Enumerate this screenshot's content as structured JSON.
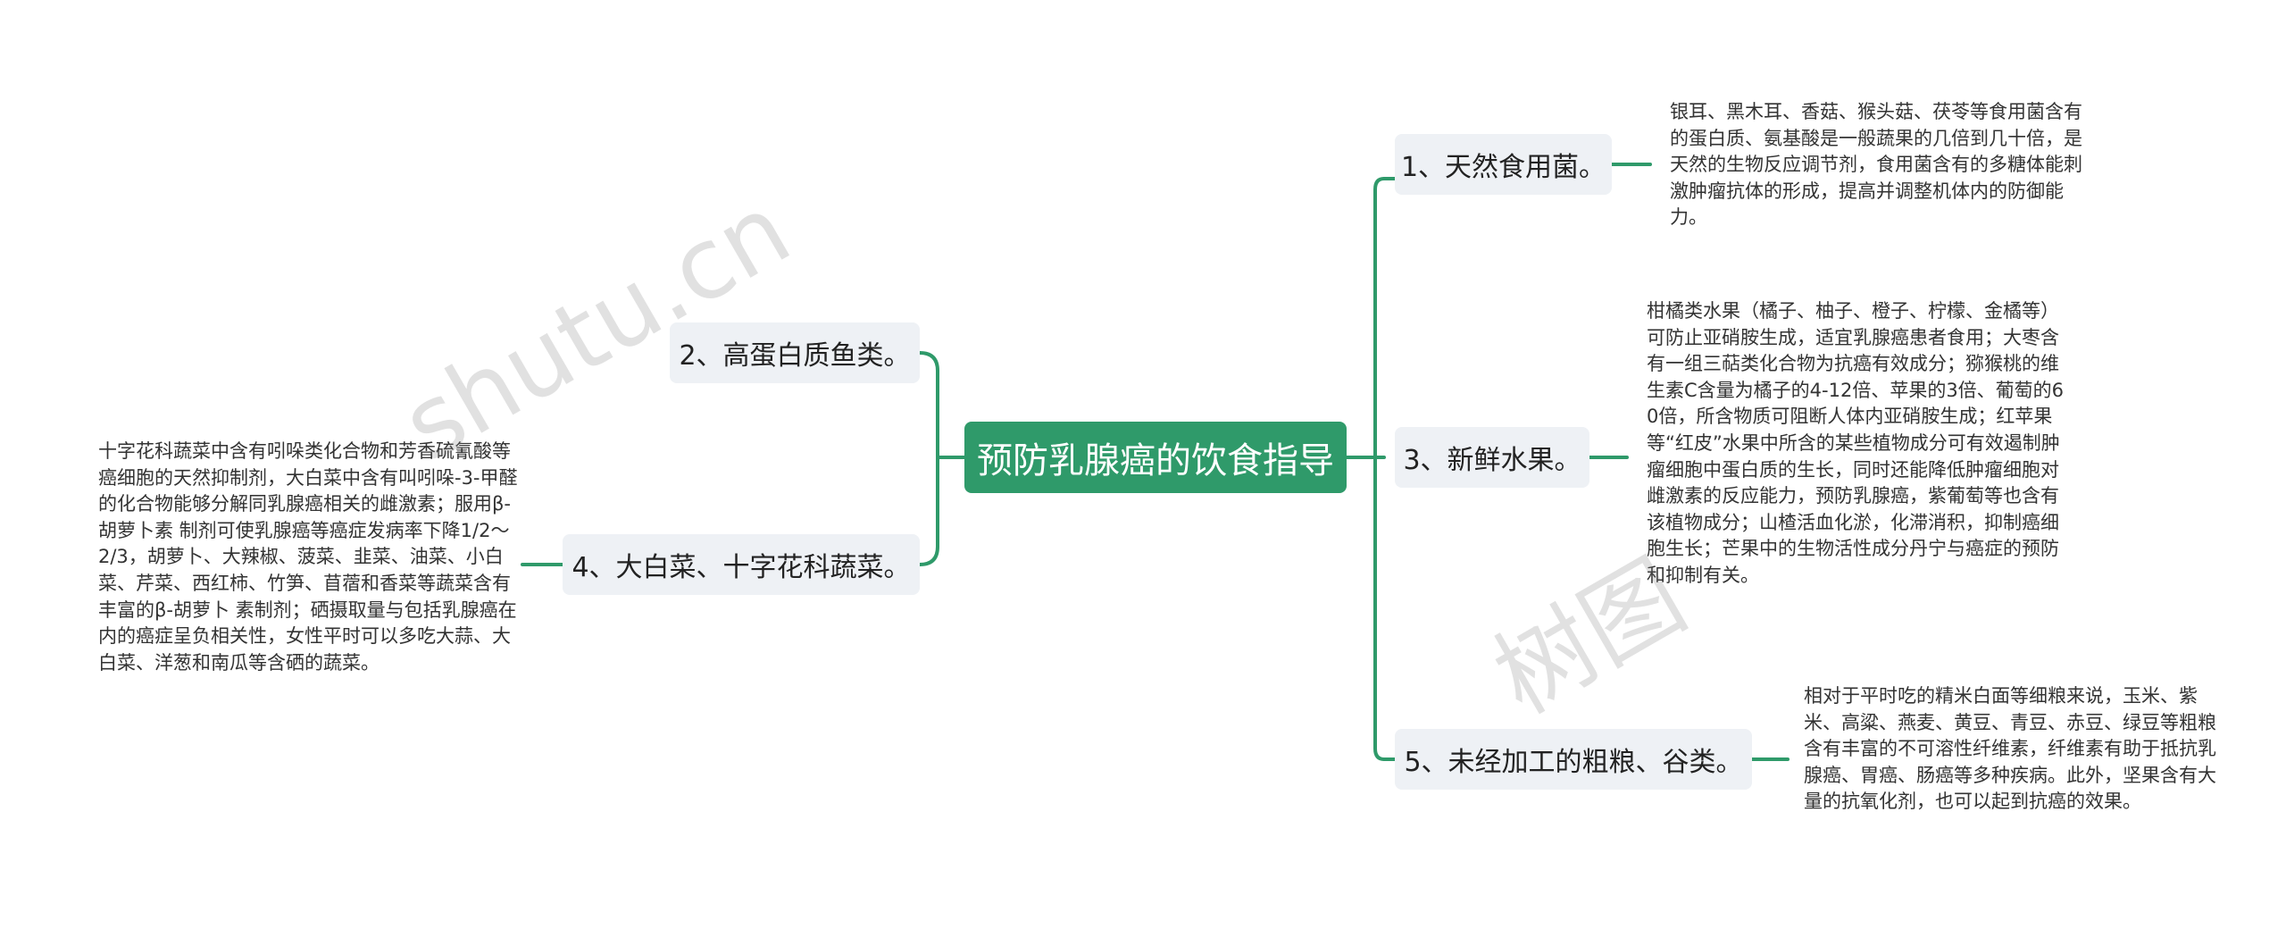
{
  "colors": {
    "accent": "#2f9a6a",
    "branch_bg": "#eef1f5",
    "text": "#222222"
  },
  "root": {
    "label": "预防乳腺癌的饮食指导"
  },
  "branches": [
    {
      "label": "1、天然食用菌。",
      "note": "银耳、黑木耳、香菇、猴头菇、茯苓等食用菌含有的蛋白质、氨基酸是一般蔬果的几倍到几十倍，是天然的生物反应调节剂，食用菌含有的多糖体能刺激肿瘤抗体的形成，提高并调整机体内的防御能力。"
    },
    {
      "label": "2、高蛋白质鱼类。"
    },
    {
      "label": "3、新鲜水果。",
      "note": "柑橘类水果（橘子、柚子、橙子、柠檬、金橘等）可防止亚硝胺生成，适宜乳腺癌患者食用；大枣含有一组三萜类化合物为抗癌有效成分；猕猴桃的维生素C含量为橘子的4-12倍、苹果的3倍、葡萄的60倍，所含物质可阻断人体内亚硝胺生成；红苹果等“红皮”水果中所含的某些植物成分可有效遏制肿瘤细胞中蛋白质的生长，同时还能降低肿瘤细胞对雌激素的反应能力，预防乳腺癌，紫葡萄等也含有该植物成分；山楂活血化淤，化滞消积，抑制癌细胞生长；芒果中的生物活性成分丹宁与癌症的预防和抑制有关。"
    },
    {
      "label": "4、大白菜、十字花科蔬菜。",
      "note": "十字花科蔬菜中含有吲哚类化合物和芳香硫氰酸等癌细胞的天然抑制剂，大白菜中含有叫吲哚-3-甲醛的化合物能够分解同乳腺癌相关的雌激素；服用β-胡萝卜素 制剂可使乳腺癌等癌症发病率下降1/2～2/3，胡萝卜、大辣椒、菠菜、韭菜、油菜、小白菜、芹菜、西红柿、竹笋、苜蓿和香菜等蔬菜含有丰富的β-胡萝卜 素制剂；硒摄取量与包括乳腺癌在内的癌症呈负相关性，女性平时可以多吃大蒜、大白菜、洋葱和南瓜等含硒的蔬菜。"
    },
    {
      "label": "5、未经加工的粗粮、谷类。",
      "note": "相对于平时吃的精米白面等细粮来说，玉米、紫米、高粱、燕麦、黄豆、青豆、赤豆、绿豆等粗粮含有丰富的不可溶性纤维素，纤维素有助于抵抗乳腺癌、胃癌、肠癌等多种疾病。此外，坚果含有大量的抗氧化剂，也可以起到抗癌的效果。"
    }
  ],
  "watermarks": [
    "shutu.cn",
    "树图"
  ]
}
